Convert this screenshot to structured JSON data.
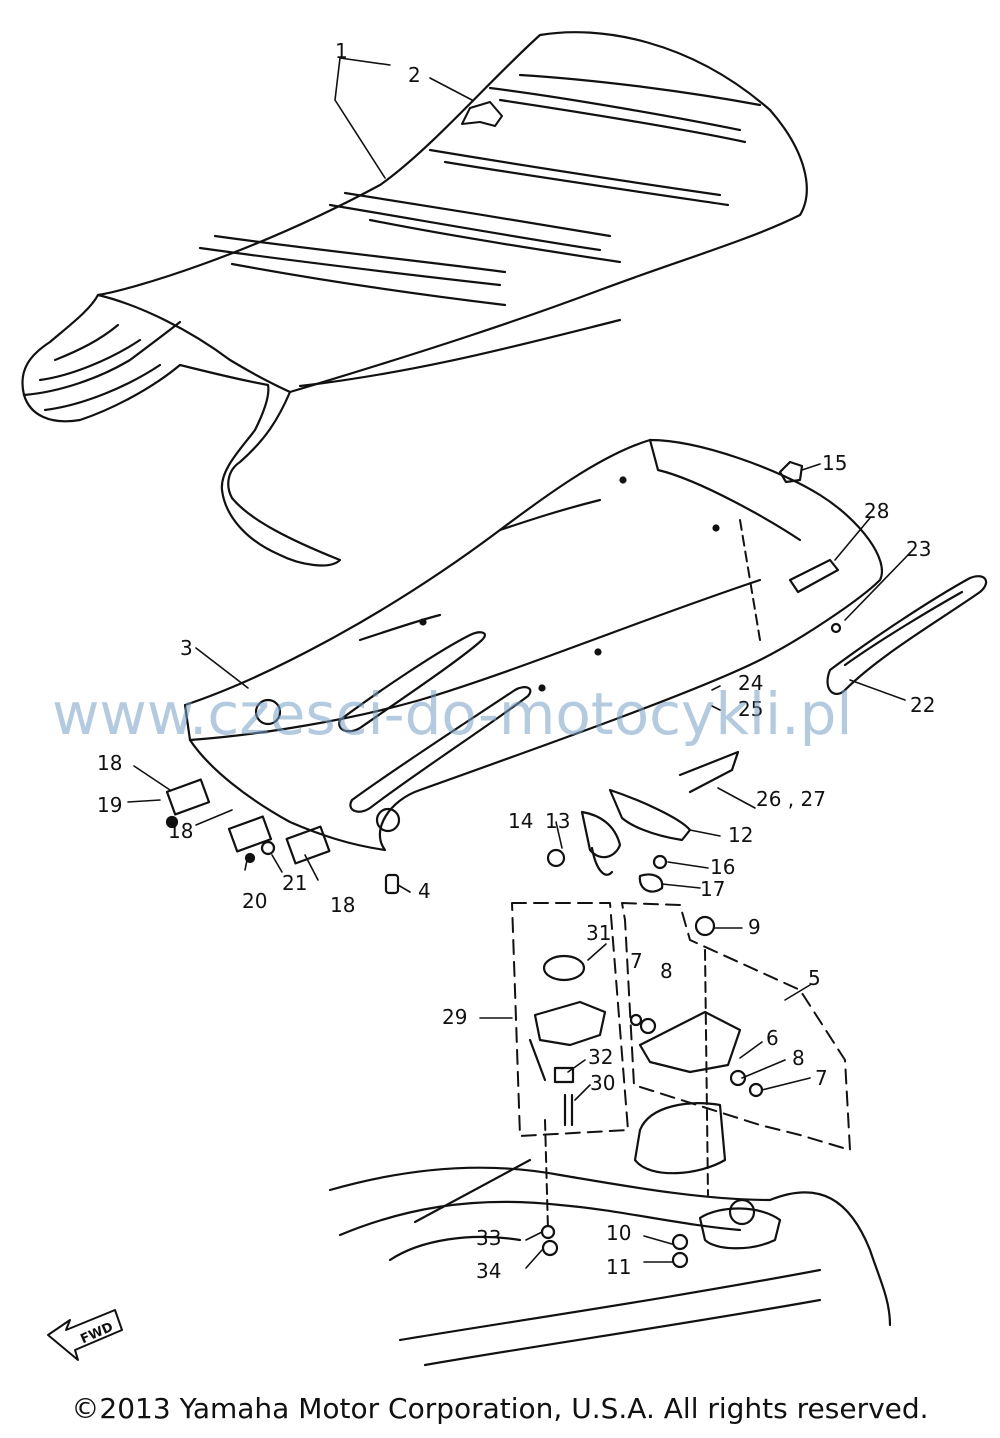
{
  "labels": {
    "l1": "1",
    "l2": "2",
    "l3": "3",
    "l4": "4",
    "l5": "5",
    "l6": "6",
    "l7a": "7",
    "l7b": "7",
    "l8a": "8",
    "l8b": "8",
    "l9": "9",
    "l10": "10",
    "l11": "11",
    "l12": "12",
    "l13": "13",
    "l14": "14",
    "l15": "15",
    "l16": "16",
    "l17": "17",
    "l18a": "18",
    "l18b": "18",
    "l18c": "18",
    "l19": "19",
    "l20": "20",
    "l21": "21",
    "l22": "22",
    "l23": "23",
    "l24": "24",
    "l25": "25",
    "l26_27": "26 , 27",
    "l28": "28",
    "l29": "29",
    "l30": "30",
    "l31": "31",
    "l32": "32",
    "l33": "33",
    "l34": "34",
    "fwd": "FWD"
  },
  "watermark": "www.czesci-do-motocykli.pl",
  "copyright": "©2013 Yamaha Motor Corporation, U.S.A. All rights reserved.",
  "colors": {
    "line": "#111111",
    "watermark": "#769ec4",
    "background": "#ffffff"
  }
}
